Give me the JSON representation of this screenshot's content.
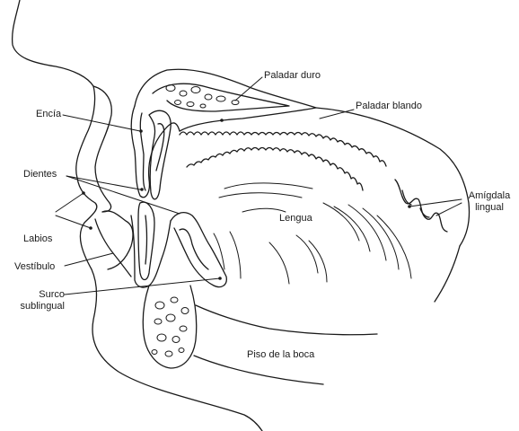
{
  "diagram": {
    "labels": {
      "paladar_duro": "Paladar duro",
      "paladar_blando": "Paladar blando",
      "encia": "Encía",
      "dientes": "Dientes",
      "lengua": "Lengua",
      "amigdala_line1": "Amígdala",
      "amigdala_line2": "lingual",
      "labios": "Labios",
      "vestibulo": "Vestíbulo",
      "surco_line1": "Surco",
      "surco_line2": "sublingual",
      "piso_boca": "Piso de la boca"
    },
    "colors": {
      "ink": "#1a1a1a",
      "paper": "#ffffff"
    }
  }
}
